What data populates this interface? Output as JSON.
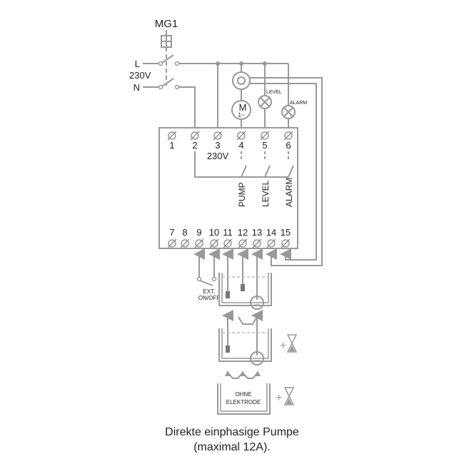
{
  "breaker": "MG1",
  "supply": {
    "l": "L",
    "n": "N",
    "voltage": "230V"
  },
  "lamps": {
    "level": "LEVEL",
    "alarm": "ALARM"
  },
  "motor": {
    "symbol": "M",
    "phase": "1~"
  },
  "top_terminals": [
    "1",
    "2",
    "3",
    "4",
    "5",
    "6"
  ],
  "terminal_voltage": "230V",
  "relays": [
    "PUMP",
    "LEVEL",
    "ALARM"
  ],
  "bottom_terminals": [
    "7",
    "8",
    "9",
    "10",
    "11",
    "12",
    "13",
    "14",
    "15"
  ],
  "ext_switch": {
    "line1": "EXT.",
    "line2": "ON/OFF"
  },
  "no_electrode": {
    "line1": "OHNE",
    "line2": "ELEKTRODE"
  },
  "plus": "+",
  "caption": {
    "line1": "Direkte einphasige Pumpe",
    "line2": "(maximal 12A)."
  }
}
